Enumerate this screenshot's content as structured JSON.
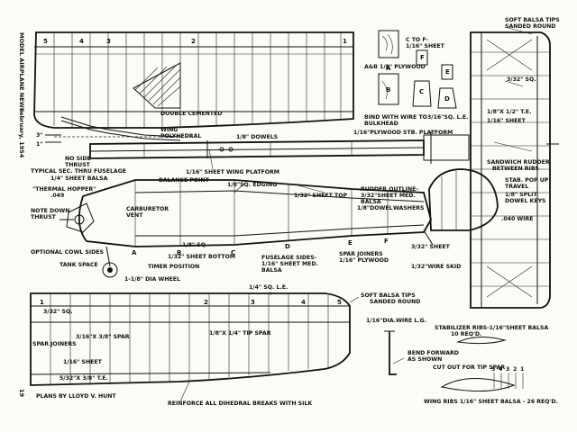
{
  "side_text": {
    "magazine": "MODEL AIRPLANE NEWS",
    "date": "February, 1954",
    "page": "19"
  },
  "labels": {
    "soft_balsa_tips_top": "SOFT BALSA TIPS",
    "sanded_round_top": "SANDED ROUND",
    "c_to_f": "C TO F-",
    "c_to_f_sheet": "1/16\" SHEET",
    "plywood_ab": "A&B 1/8\" PLYWOOD",
    "sq_3_32_right": "3/32\" SQ.",
    "te_right": "1/8\"X 1/2\" T.E.",
    "sheet_right": "1/16\" SHEET",
    "double_cemented": "DOUBLE CEMENTED",
    "bind_wire": "BIND WITH WIRE TO",
    "bulkhead": "BULKHEAD",
    "le_right": "3/16\"SQ. L.E.",
    "stb_platform": "1/16\"PLYWOOD STB. PLATFORM",
    "wing": "WING",
    "polyhedral": "POLYHEDRAL",
    "dowels": "1/8\" DOWELS",
    "dim_3": "3\"",
    "dim_1": "1\"",
    "no_side": "NO SIDE",
    "thrust": "THRUST",
    "typical_sec": "TYPICAL SEC. THRU FUSELAGE",
    "sheet_balsa_quarter": "1/4\" SHEET BALSA",
    "wing_platform": "1/16\" SHEET WING PLATFORM",
    "balance_point": "BALANCE POINT",
    "edging": "1/8\"SQ. EDGING",
    "sheet_top": "1/32\" SHEET TOP",
    "sandwich_rudder": "SANDWICH RUDDER",
    "between_ribs": "BETWEEN RIBS",
    "thermal_hopper": "\"THERMAL HOPPER\"",
    "dim_049": ".049",
    "rudder_outline": "RUDDER OUTLINE-",
    "rudder_sheet": "3/32\"SHEET MED.",
    "rudder_balsa": "BALSA",
    "stab_popup": "STAB. POP UP",
    "travel": "TRAVEL",
    "split": "1/8\" SPLIT",
    "dowel_keys": "DOWEL KEYS",
    "carburetor": "CARBURETOR",
    "vent": "VENT",
    "dowel_16": "1/8\"DOWEL",
    "washers": "WASHERS",
    "note_down": "NOTE DOWN",
    "thrust2": "THRUST",
    "wire_040": ".040 WIRE",
    "optional_cowl": "OPTIONAL COWL SIDES",
    "sq_18": "1/8\" SQ",
    "fuselage_sides": "FUSELAGE SIDES-",
    "fuselage_sides2": "1/16\" SHEET MED.",
    "fuselage_sides3": "BALSA",
    "spar_joiners_r": "SPAR JOINERS",
    "spar_joiners_r2": "1/16\" PLYWOOD",
    "sheet_3_32": "3/32\" SHEET",
    "sheet_bottom": "1/32\" SHEET BOTTOM",
    "tank_space": "TANK SPACE",
    "timer": "TIMER POSITION",
    "wire_skid": "1/32\"WIRE SKID",
    "wheel": "1-1/8\" DIA WHEEL",
    "le_bottom": "1/4\" SQ. L.E.",
    "soft_balsa_tips_bot": "SOFT BALSA TIPS",
    "sanded_round_bot": "SANDED ROUND",
    "sq_3_32_bot": "3/32\" SQ.",
    "spar_bot": "3/16\"X 3/8\" SPAR",
    "tip_spar": "1/8\"X 1/4\" TIP SPAR",
    "lg": "1/16\"DIA.WIRE L.G.",
    "spar_joiners_bot": "SPAR JOINERS",
    "bend_forward": "BEND FORWARD",
    "as_shown": "AS SHOWN",
    "stab_ribs": "STABILIZER RIBS-1/16\"SHEET BALSA",
    "req_10": "10 REQ'D.",
    "sheet_bot": "1/16\" SHEET",
    "te_bot": "5/32\"X 3/8\" T.E.",
    "cut_out": "CUT OUT FOR TIP SPAR",
    "plans_by": "PLANS BY LLOYD V. HUNT",
    "reinforce": "REINFORCE ALL DIHEDRAL BREAKS WITH SILK",
    "wing_ribs": "WING RIBS 1/16\" SHEET BALSA - 26 REQ'D."
  },
  "part_letters": [
    "A",
    "B",
    "C",
    "D",
    "E",
    "F"
  ],
  "station_marks_top": [
    "5",
    "4",
    "3",
    "2",
    "1"
  ],
  "station_marks_bot": [
    "1",
    "2",
    "3",
    "4",
    "5"
  ],
  "fuselage_stations": [
    "A",
    "B",
    "C",
    "D",
    "E",
    "F"
  ],
  "rib_numbers": [
    "5",
    "4",
    "3",
    "2",
    "1"
  ]
}
